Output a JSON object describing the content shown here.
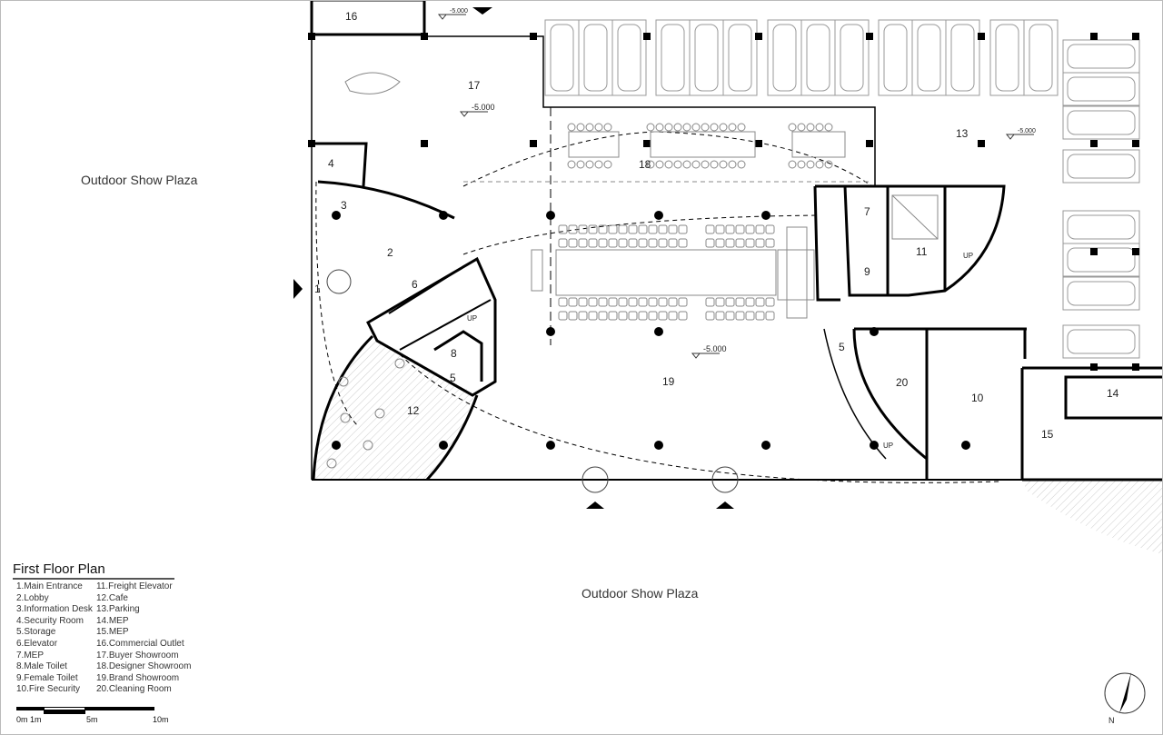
{
  "plaza_labels": {
    "west": "Outdoor Show Plaza",
    "south": "Outdoor Show Plaza"
  },
  "legend": {
    "title": "First Floor Plan",
    "items": [
      "1.Main Entrance",
      "2.Lobby",
      "3.Information Desk",
      "4.Security Room",
      "5.Storage",
      "6.Elevator",
      "7.MEP",
      "8.Male Toilet",
      "9.Female Toilet",
      "10.Fire Security",
      "11.Freight Elevator",
      "12.Cafe",
      "13.Parking",
      "14.MEP",
      "15.MEP",
      "16.Commercial Outlet",
      "17.Buyer Showroom",
      "18.Designer Showroom",
      "19.Brand Showroom",
      "20.Cleaning Room"
    ]
  },
  "scale_bar": {
    "labels": [
      "0m 1m",
      "5m",
      "10m"
    ]
  },
  "room_numbers": [
    "1",
    "2",
    "3",
    "4",
    "5",
    "5",
    "6",
    "7",
    "8",
    "9",
    "10",
    "11",
    "12",
    "13",
    "14",
    "15",
    "16",
    "17",
    "18",
    "19",
    "20"
  ],
  "elevations": [
    "-5.000",
    "-5.000",
    "-5.000",
    "-5.000"
  ],
  "stair_labels": [
    "UP",
    "UP",
    "UP"
  ],
  "north_label": "N",
  "colors": {
    "wall": "#000000",
    "furniture": "#888888",
    "hatch": "#cccccc"
  }
}
